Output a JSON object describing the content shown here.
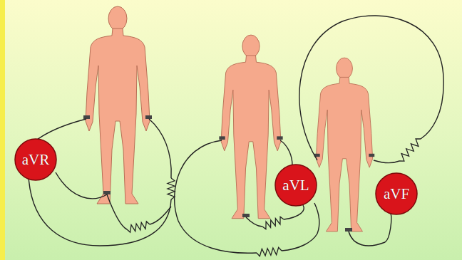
{
  "diagram": {
    "nodes": [
      {
        "text": [
          "aVR"
        ]
      },
      {
        "text": [
          "aVL"
        ]
      },
      {
        "text": [
          "aVF"
        ]
      }
    ]
  }
}
